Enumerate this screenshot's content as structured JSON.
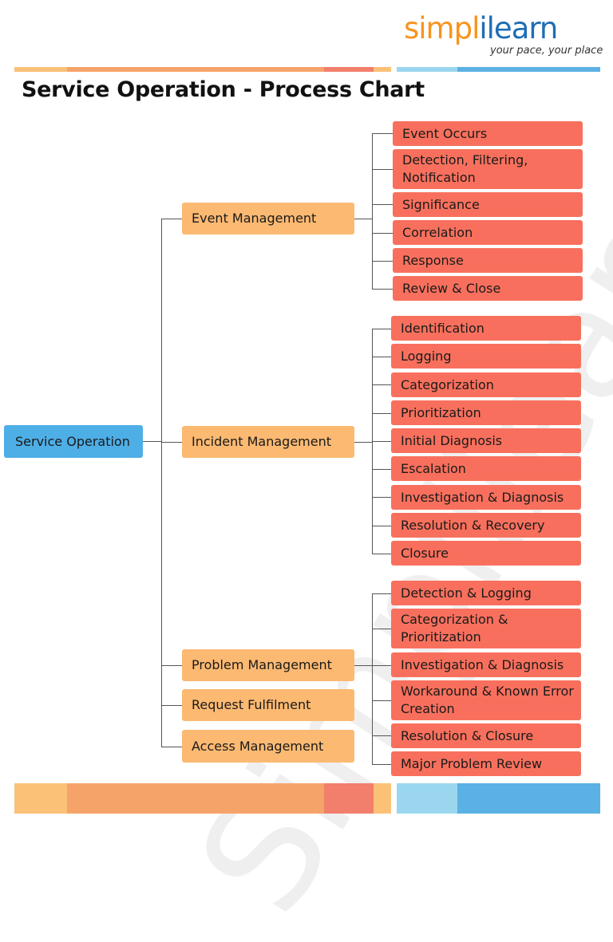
{
  "logo": {
    "part1": "simpl",
    "part2": "i",
    "part3": "learn",
    "tagline": "your pace, your place"
  },
  "watermark": "Simplilearn",
  "title": "Service Operation - Process Chart",
  "colors": {
    "root": "#4eaee6",
    "process": "#fcb972",
    "step": "#f8705d"
  },
  "root": {
    "label": "Service Operation"
  },
  "processes": [
    {
      "label": "Event Management"
    },
    {
      "label": "Incident Management"
    },
    {
      "label": "Problem Management"
    },
    {
      "label": "Request Fulfilment"
    },
    {
      "label": "Access Management"
    }
  ],
  "event_steps": [
    "Event Occurs",
    "Detection, Filtering, Notification",
    "Significance",
    "Correlation",
    "Response",
    "Review & Close"
  ],
  "incident_steps": [
    "Identification",
    "Logging",
    "Categorization",
    "Prioritization",
    "Initial Diagnosis",
    "Escalation",
    "Investigation & Diagnosis",
    "Resolution & Recovery",
    "Closure"
  ],
  "problem_steps": [
    "Detection & Logging",
    "Categorization & Prioritization",
    "Investigation & Diagnosis",
    "Workaround & Known Error Creation",
    "Resolution & Closure",
    "Major Problem Review"
  ]
}
